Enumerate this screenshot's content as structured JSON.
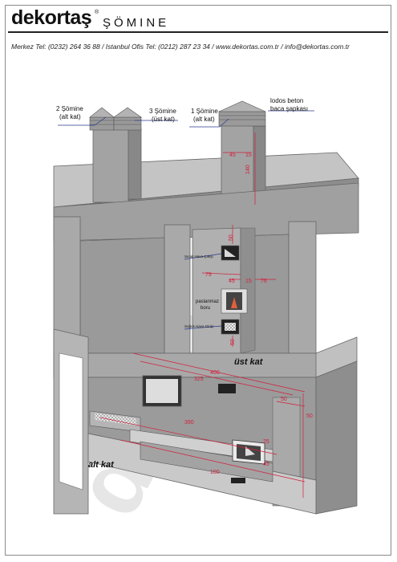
{
  "header": {
    "brand": "dekortaş",
    "brand_suffix": "ŞÖMINE",
    "registered": "®",
    "contact_line": "Merkez Tel: (0232) 264 36 88  /  Istanbul Ofis Tel: (0212) 287 23 34  /  www.dekortas.com.tr  /  info@dekortas.com.tr"
  },
  "labels": {
    "chimney2_l1": "2 Şömine",
    "chimney2_l2": "(alt kat)",
    "chimney3_l1": "3 Şömine",
    "chimney3_l2": "(üst kat)",
    "chimney1_l1": "1 Şömine",
    "chimney1_l2": "(alt kat)",
    "cap_l1": "lodos beton",
    "cap_l2": "baca şapkası",
    "hot_air": "Sıcak Hava Çıkışı",
    "pipe_l1": "paslanmaz",
    "pipe_l2": "boru",
    "cold_air": "Soğuk Hava Girişi",
    "upper_floor": "üst kat",
    "lower_floor": "alt kat"
  },
  "dimensions": {
    "d45a": "45",
    "d15": "15",
    "d140": "140",
    "d50a": "50",
    "d79": "79",
    "d45b": "45",
    "d76": "76",
    "d15b": "15",
    "d50b": "50",
    "d400": "400",
    "d325": "325",
    "d50c": "50",
    "d390": "390",
    "d50d": "50",
    "d25": "25",
    "d45c": "45",
    "d100": "100"
  },
  "watermark": "dekortaş",
  "colors": {
    "wall": "#9c9c9c",
    "wall_light": "#c4c4c4",
    "wall_dark": "#808080",
    "dimension": "#d21f3c",
    "leader": "#2b3a8f"
  }
}
